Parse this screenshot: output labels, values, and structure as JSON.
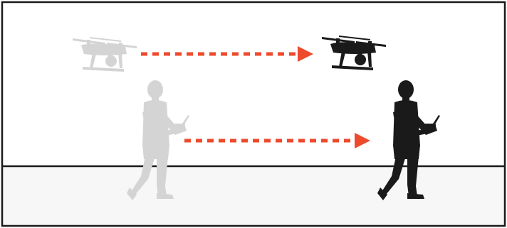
{
  "colors": {
    "frame": "#1a1a1a",
    "background": "#ffffff",
    "floor": "#f7f7f7",
    "ghost_figure": "#d4d4d4",
    "solid_figure": "#1a1a1a",
    "arrow": "#ee4a2c"
  },
  "figures": [
    {
      "name": "drone-start",
      "kind": "drone",
      "state": "ghost"
    },
    {
      "name": "drone-end",
      "kind": "drone",
      "state": "solid"
    },
    {
      "name": "pilot-start",
      "kind": "pilot-with-remote",
      "state": "ghost"
    },
    {
      "name": "pilot-end",
      "kind": "pilot-with-remote",
      "state": "solid"
    }
  ],
  "arrows": [
    {
      "name": "drone-motion-arrow",
      "direction": "right",
      "style": "dashed"
    },
    {
      "name": "pilot-motion-arrow",
      "direction": "right",
      "style": "dashed"
    }
  ]
}
